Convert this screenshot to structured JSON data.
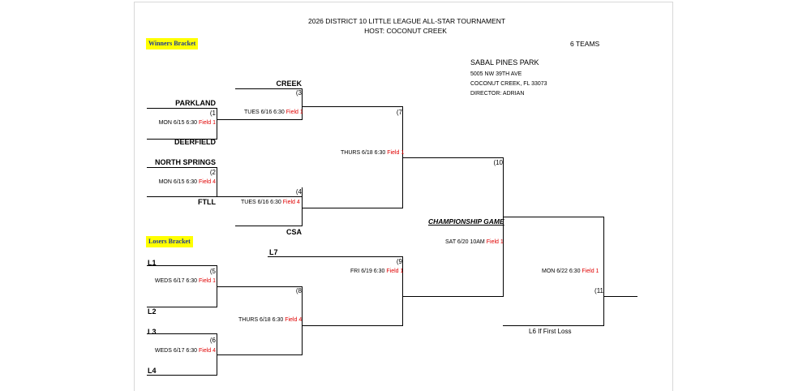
{
  "header": {
    "title": "2026 DISTRICT 10 LITTLE LEAGUE ALL-STAR TOURNAMENT",
    "host": "HOST: COCONUT CREEK",
    "teams_count": "6 TEAMS"
  },
  "venue": {
    "name": "SABAL PINES PARK",
    "address": "5005 NW 39TH AVE",
    "city": "COCONUT CREEK, FL 33073",
    "director": "DIRECTOR: ADRIAN"
  },
  "winners": {
    "label": "Winners Bracket",
    "teams": {
      "creek": "CREEK",
      "parkland": "PARKLAND",
      "deerfield": "DEERFIELD",
      "north_springs": "NORTH SPRINGS",
      "ftll": "FTLL",
      "csa": "CSA"
    },
    "games": {
      "g1": {
        "num": "(1",
        "time": "MON 6/15 6:30",
        "field": "Field 1"
      },
      "g2": {
        "num": "(2",
        "time": "MON 6/15 6:30",
        "field": "Field 4"
      },
      "g3": {
        "num": "(3",
        "time": "TUES 6/16 6:30",
        "field": "Field 1"
      },
      "g4": {
        "num": "(4",
        "time": "TUES 6/16 6:30",
        "field": "Field 4"
      },
      "g7": {
        "num": "(7",
        "time": "THURS 6/18 6:30",
        "field": "Field 1"
      },
      "g10": {
        "num": "(10"
      }
    }
  },
  "losers": {
    "label": "Losers Bracket",
    "seeds": {
      "l1": "L1",
      "l2": "L2",
      "l3": "L3",
      "l4": "L4",
      "l7": "L7"
    },
    "games": {
      "g5": {
        "num": "(5",
        "time": "WEDS 6/17 6:30",
        "field": "Field 1"
      },
      "g6": {
        "num": "(6",
        "time": "WEDS 6/17 6:30",
        "field": "Field 4"
      },
      "g8": {
        "num": "(8",
        "time": "THURS 6/18 6:30",
        "field": "Field 4"
      },
      "g9": {
        "num": "(9",
        "time": "FRI 6/19 6:30",
        "field": "Field 1"
      }
    }
  },
  "championship": {
    "label": "CHAMPIONSHIP GAME",
    "time": "SAT 6/20 10AM",
    "field": "Field 1",
    "g11": {
      "num": "(11",
      "time": "MON 6/22 6:30",
      "field": "Field 1"
    },
    "note": "L6 If First Loss"
  }
}
